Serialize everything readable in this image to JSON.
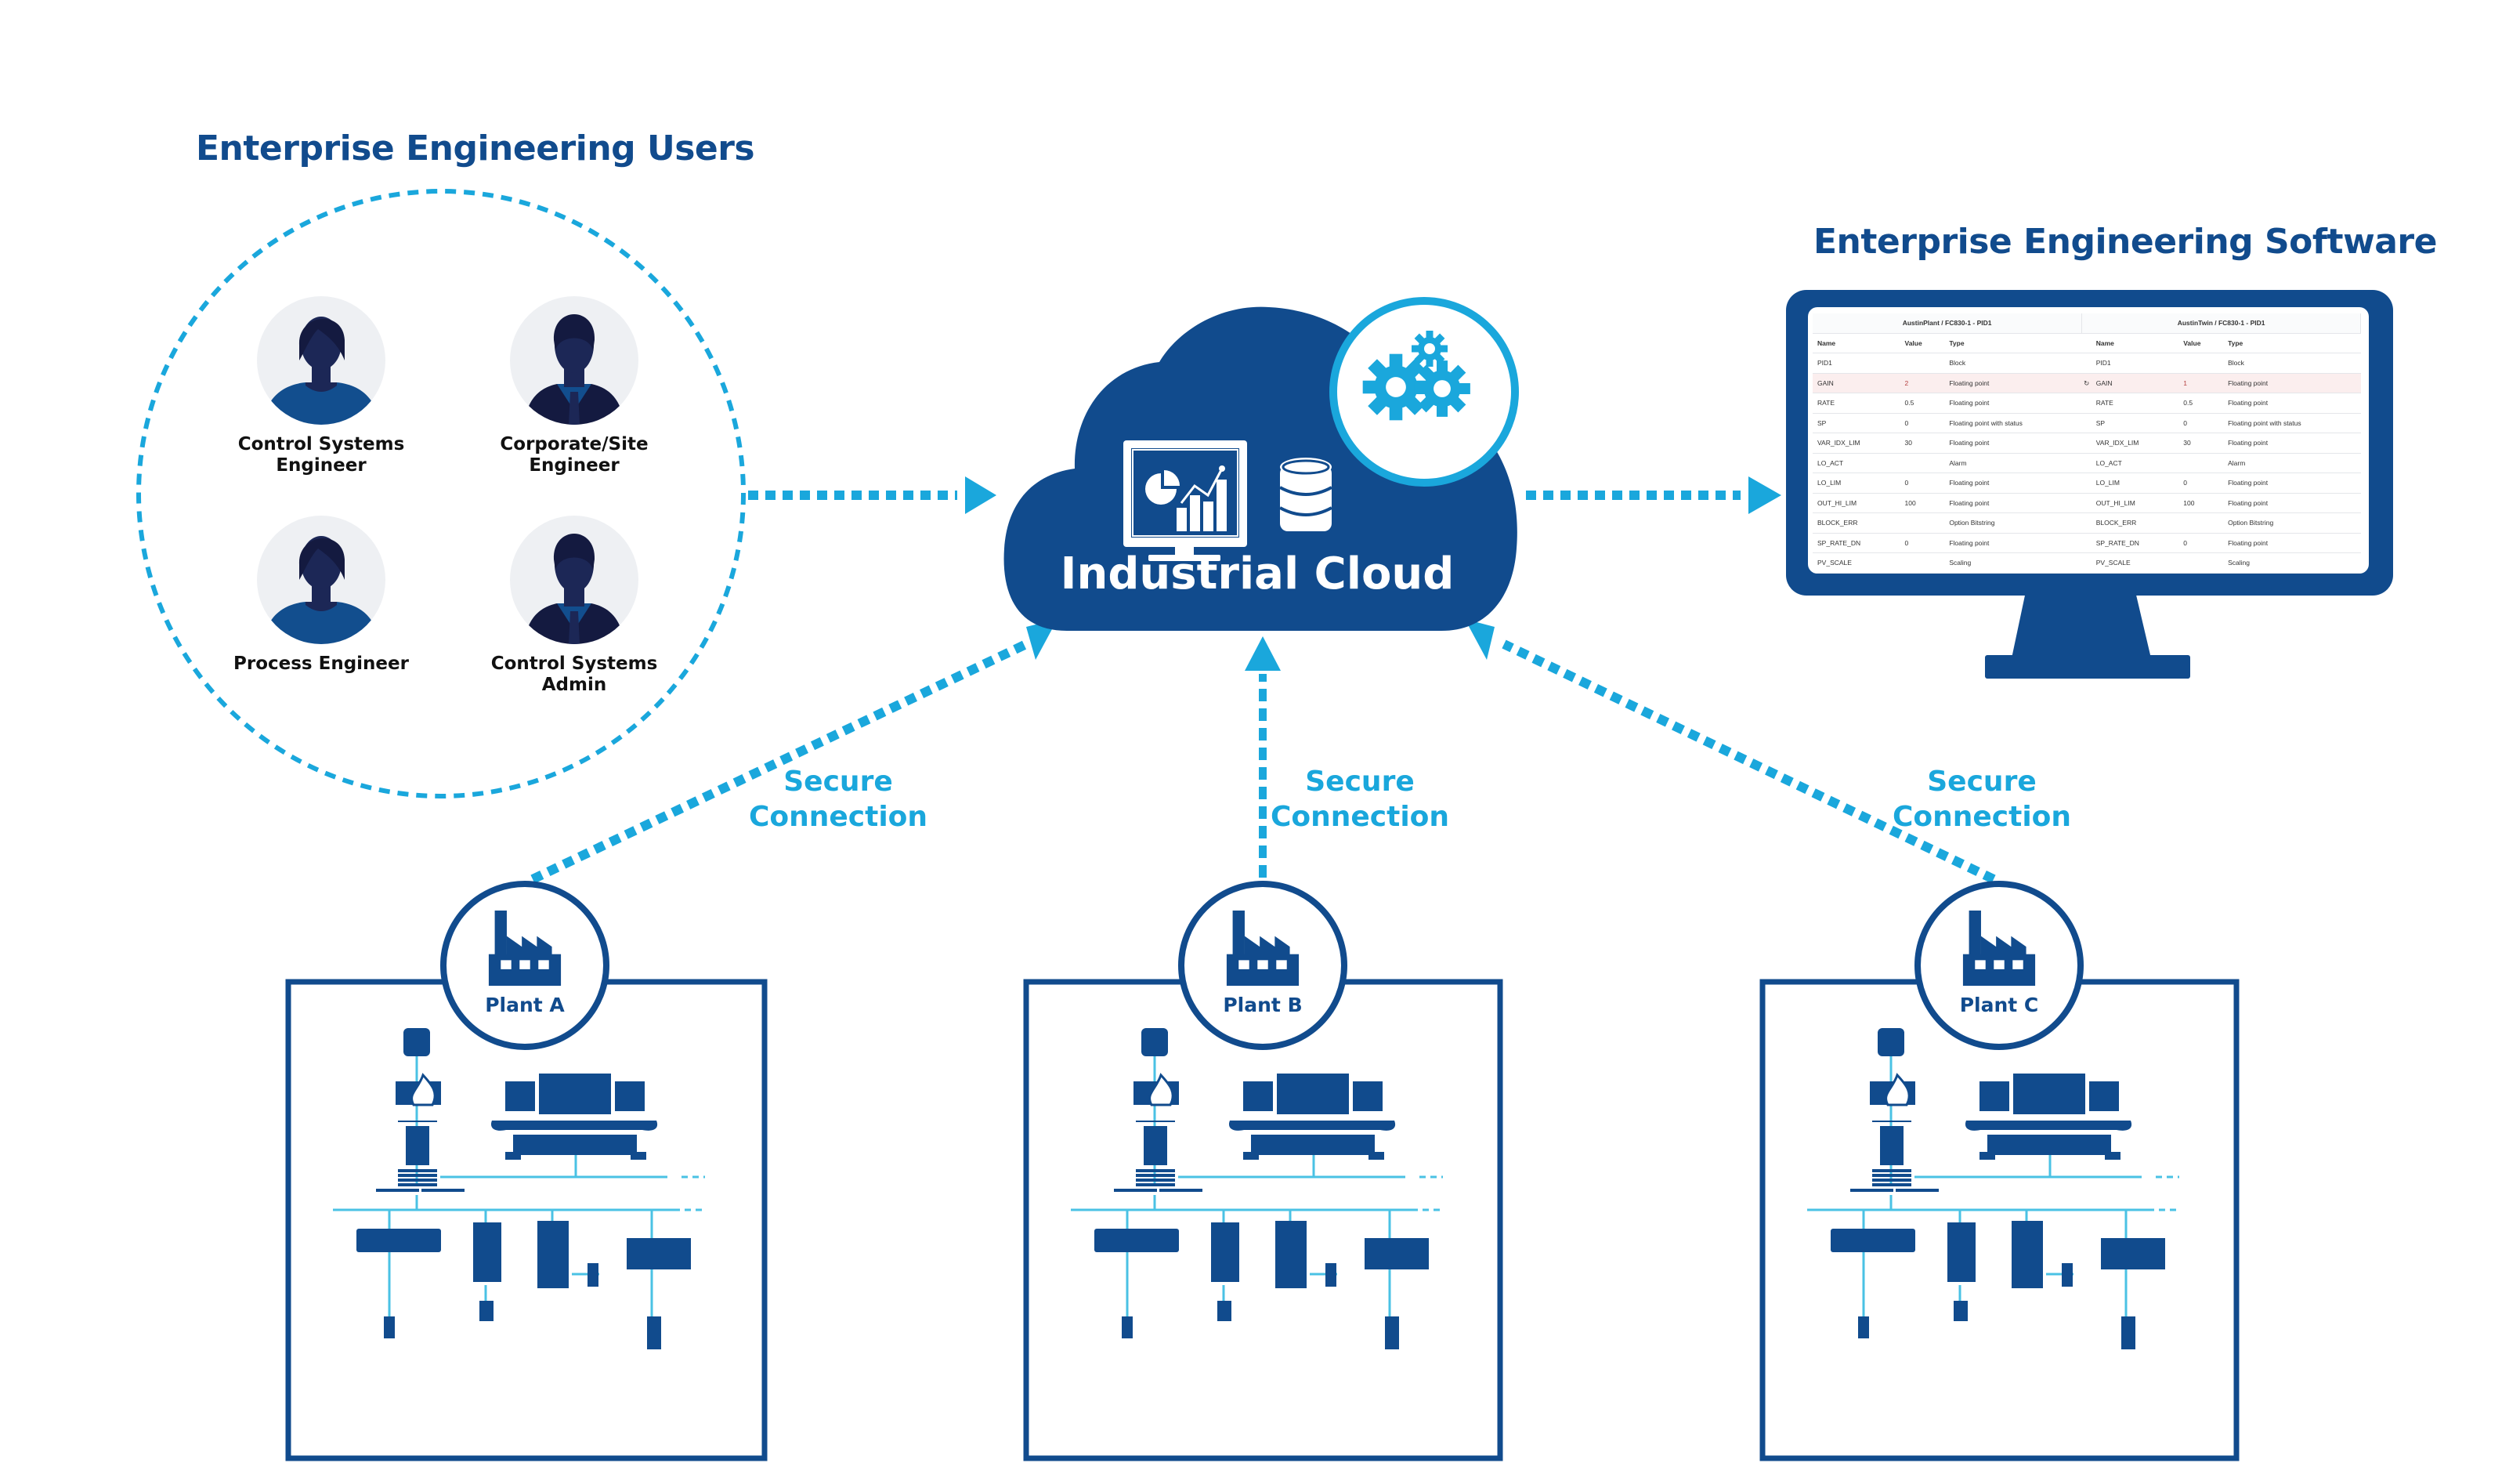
{
  "colors": {
    "brand_navy": "#114b8d",
    "accent_cyan": "#1aa7dc",
    "avatar_bg": "#eef0f3",
    "silhouette": "#1c2756",
    "shirt_blue": "#124e8e",
    "diff_row": "#fbeeee"
  },
  "users_section": {
    "title": "Enterprise Engineering Users",
    "users": [
      {
        "label": "Control Systems\nEngineer",
        "avatar": "female-avatar-icon"
      },
      {
        "label": "Corporate/Site\nEngineer",
        "avatar": "male-suit-avatar-icon"
      },
      {
        "label": "Process Engineer",
        "avatar": "female-avatar-icon"
      },
      {
        "label": "Control Systems\nAdmin",
        "avatar": "male-suit-avatar-icon"
      }
    ]
  },
  "cloud": {
    "label": "Industrial Cloud",
    "icons": [
      "analytics-monitor-icon",
      "database-icon",
      "gears-icon"
    ]
  },
  "software_section": {
    "title": "Enterprise Engineering Software",
    "table": {
      "left_header": "AustinPlant / FC830-1 - PID1",
      "right_header": "AustinTwin / FC830-1 - PID1",
      "columns": [
        "Name",
        "Value",
        "Type"
      ],
      "rows": [
        {
          "left": [
            "PID1",
            "",
            "Block"
          ],
          "right": [
            "PID1",
            "",
            "Block"
          ],
          "diff": false
        },
        {
          "left": [
            "GAIN",
            "2",
            "Floating point"
          ],
          "right": [
            "GAIN",
            "1",
            "Floating point"
          ],
          "diff": true
        },
        {
          "left": [
            "RATE",
            "0.5",
            "Floating point"
          ],
          "right": [
            "RATE",
            "0.5",
            "Floating point"
          ],
          "diff": false
        },
        {
          "left": [
            "SP",
            "0",
            "Floating point with status"
          ],
          "right": [
            "SP",
            "0",
            "Floating point with status"
          ],
          "diff": false
        },
        {
          "left": [
            "VAR_IDX_LIM",
            "30",
            "Floating point"
          ],
          "right": [
            "VAR_IDX_LIM",
            "30",
            "Floating point"
          ],
          "diff": false
        },
        {
          "left": [
            "LO_ACT",
            "",
            "Alarm"
          ],
          "right": [
            "LO_ACT",
            "",
            "Alarm"
          ],
          "diff": false
        },
        {
          "left": [
            "LO_LIM",
            "0",
            "Floating point"
          ],
          "right": [
            "LO_LIM",
            "0",
            "Floating point"
          ],
          "diff": false
        },
        {
          "left": [
            "OUT_HI_LIM",
            "100",
            "Floating point"
          ],
          "right": [
            "OUT_HI_LIM",
            "100",
            "Floating point"
          ],
          "diff": false
        },
        {
          "left": [
            "BLOCK_ERR",
            "",
            "Option Bitstring"
          ],
          "right": [
            "BLOCK_ERR",
            "",
            "Option Bitstring"
          ],
          "diff": false
        },
        {
          "left": [
            "SP_RATE_DN",
            "0",
            "Floating point"
          ],
          "right": [
            "SP_RATE_DN",
            "0",
            "Floating point"
          ],
          "diff": false
        },
        {
          "left": [
            "PV_SCALE",
            "",
            "Scaling"
          ],
          "right": [
            "PV_SCALE",
            "",
            "Scaling"
          ],
          "diff": false
        }
      ]
    }
  },
  "connections": {
    "secure_label": "Secure\nConnection",
    "labels": [
      "Secure\nConnection",
      "Secure\nConnection",
      "Secure\nConnection"
    ]
  },
  "plants": [
    {
      "label": "Plant A"
    },
    {
      "label": "Plant B"
    },
    {
      "label": "Plant C"
    }
  ]
}
